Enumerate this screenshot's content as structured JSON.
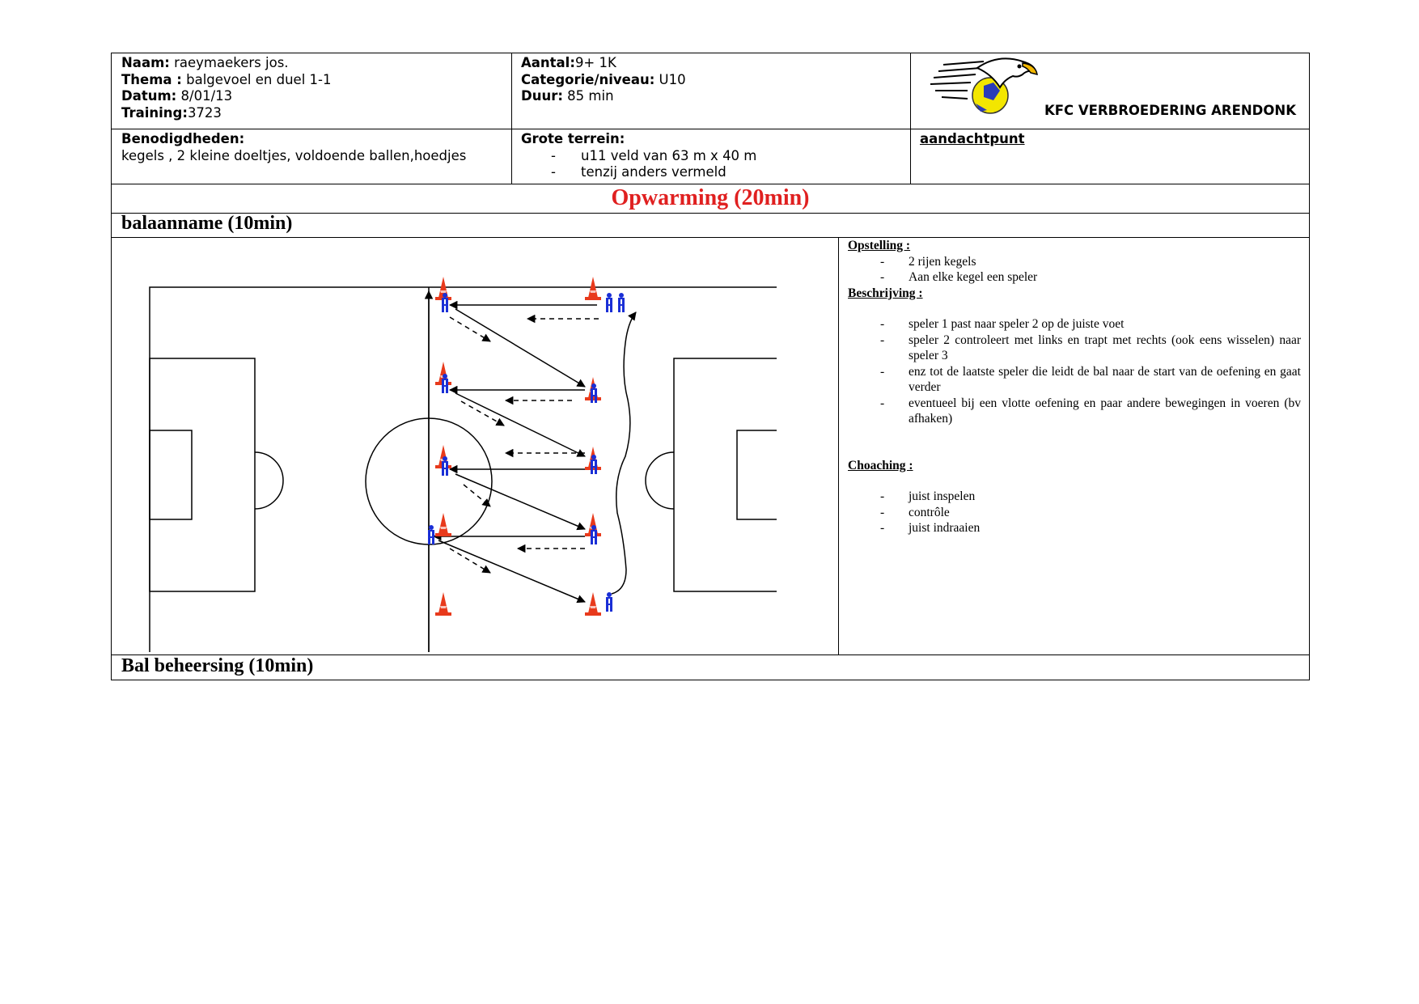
{
  "header": {
    "naam_label": "Naam:",
    "naam_value": " raeymaekers jos.",
    "thema_label": "Thema :",
    "thema_value": " balgevoel en duel 1-1",
    "datum_label": "Datum:",
    "datum_value": " 8/01/13",
    "training_label": "Training:",
    "training_value": "3723",
    "aantal_label": "Aantal:",
    "aantal_value": "9+ 1K",
    "categorie_label": "Categorie/niveau:",
    "categorie_value": " U10",
    "duur_label": "Duur:",
    "duur_value": " 85 min",
    "club_name": "KFC VERBROEDERING ARENDONK"
  },
  "materials": {
    "label": "Benodigdheden:",
    "value": " kegels , 2 kleine doeltjes, voldoende ballen,hoedjes"
  },
  "terrain": {
    "label": "Grote terrein:",
    "items": [
      "u11 veld van 63 m x 40 m",
      "tenzij anders vermeld"
    ]
  },
  "attention": {
    "label": "aandachtpunt"
  },
  "warmup_title": "Opwarming (20min)",
  "exercise1": {
    "title": "balaanname (10min)",
    "opstelling_label": "Opstelling :",
    "opstelling_items": [
      "2 rijen kegels",
      "Aan elke kegel een speler"
    ],
    "beschrijving_label": "Beschrijving :",
    "beschrijving_items": [
      "speler 1 past naar speler 2 op de juiste voet",
      "speler 2 controleert met links en trapt met rechts (ook eens wisselen) naar speler 3",
      "enz tot de laatste speler die leidt de bal naar de start van de oefening en gaat verder",
      "eventueel bij een vlotte oefening en paar andere bewegingen in voeren (bv afhaken)"
    ],
    "coaching_label": "Choaching :",
    "coaching_items": [
      "juist inspelen",
      "contrôle",
      "juist indraaien"
    ]
  },
  "exercise2": {
    "title": "Bal beheersing (10min)"
  },
  "colors": {
    "title_red": "#e02020",
    "cone": "#e83a1c",
    "player": "#1a2fd6"
  }
}
